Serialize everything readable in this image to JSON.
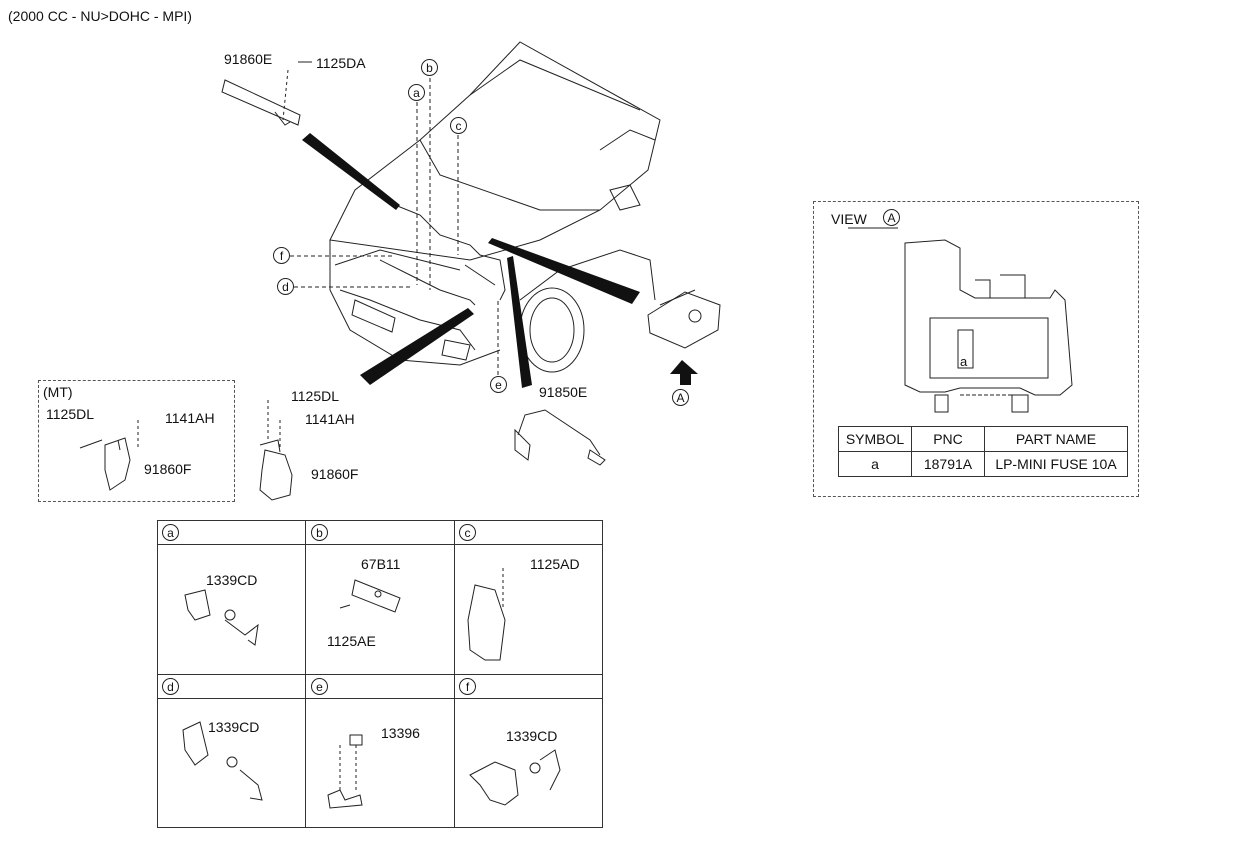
{
  "header": {
    "engine_spec": "(2000 CC - NU>DOHC - MPI)"
  },
  "main_labels": {
    "p91860E": "91860E",
    "p1125DA": "1125DA",
    "p1125DL": "1125DL",
    "p1141AH": "1141AH",
    "p91860F": "91860F",
    "p91850E": "91850E"
  },
  "callouts": {
    "a": "a",
    "b": "b",
    "c": "c",
    "d": "d",
    "e": "e",
    "f": "f",
    "A": "A"
  },
  "mt_box": {
    "title": "(MT)",
    "p1125DL": "1125DL",
    "p1141AH": "1141AH",
    "p91860F": "91860F"
  },
  "detail_grid": {
    "cells": [
      {
        "key": "a",
        "parts": [
          "1339CD"
        ]
      },
      {
        "key": "b",
        "parts": [
          "67B11",
          "1125AE"
        ]
      },
      {
        "key": "c",
        "parts": [
          "1125AD"
        ]
      },
      {
        "key": "d",
        "parts": [
          "1339CD"
        ]
      },
      {
        "key": "e",
        "parts": [
          "13396"
        ]
      },
      {
        "key": "f",
        "parts": [
          "1339CD"
        ]
      }
    ]
  },
  "view_box": {
    "title": "VIEW",
    "marker": "A",
    "slot_label": "a",
    "table": {
      "headers": [
        "SYMBOL",
        "PNC",
        "PART NAME"
      ],
      "rows": [
        [
          "a",
          "18791A",
          "LP-MINI FUSE 10A"
        ]
      ]
    }
  }
}
